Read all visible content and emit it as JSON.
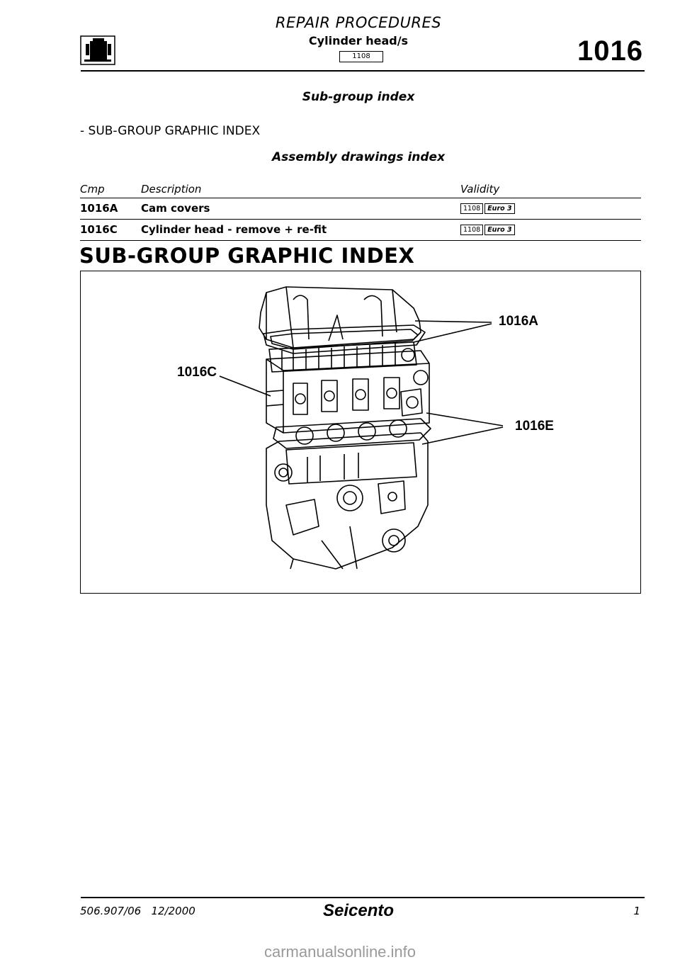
{
  "header": {
    "title": "REPAIR PROCEDURES",
    "subtitle": "Cylinder head/s",
    "engine_badge": "1108",
    "code": "1016"
  },
  "subgroup_index_label": "Sub-group index",
  "section_heading": "- SUB-GROUP GRAPHIC INDEX",
  "assembly_title": "Assembly drawings index",
  "table": {
    "headers": {
      "cmp": "Cmp",
      "description": "Description",
      "validity": "Validity"
    },
    "rows": [
      {
        "cmp": "1016A",
        "description": "Cam covers",
        "engine": "1108",
        "emission": "Euro 3"
      },
      {
        "cmp": "1016C",
        "description": "Cylinder head - remove + re-fit",
        "engine": "1108",
        "emission": "Euro 3"
      }
    ]
  },
  "graphic_title": "SUB-GROUP GRAPHIC INDEX",
  "figure": {
    "callouts": {
      "cam_covers": "1016A",
      "cylinder_head": "1016C",
      "gasket": "1016E"
    }
  },
  "footer": {
    "doc_number": "506.907/06   12/2000",
    "model": "Seicento",
    "page": "1"
  },
  "watermark": "carmanualsonline.info"
}
